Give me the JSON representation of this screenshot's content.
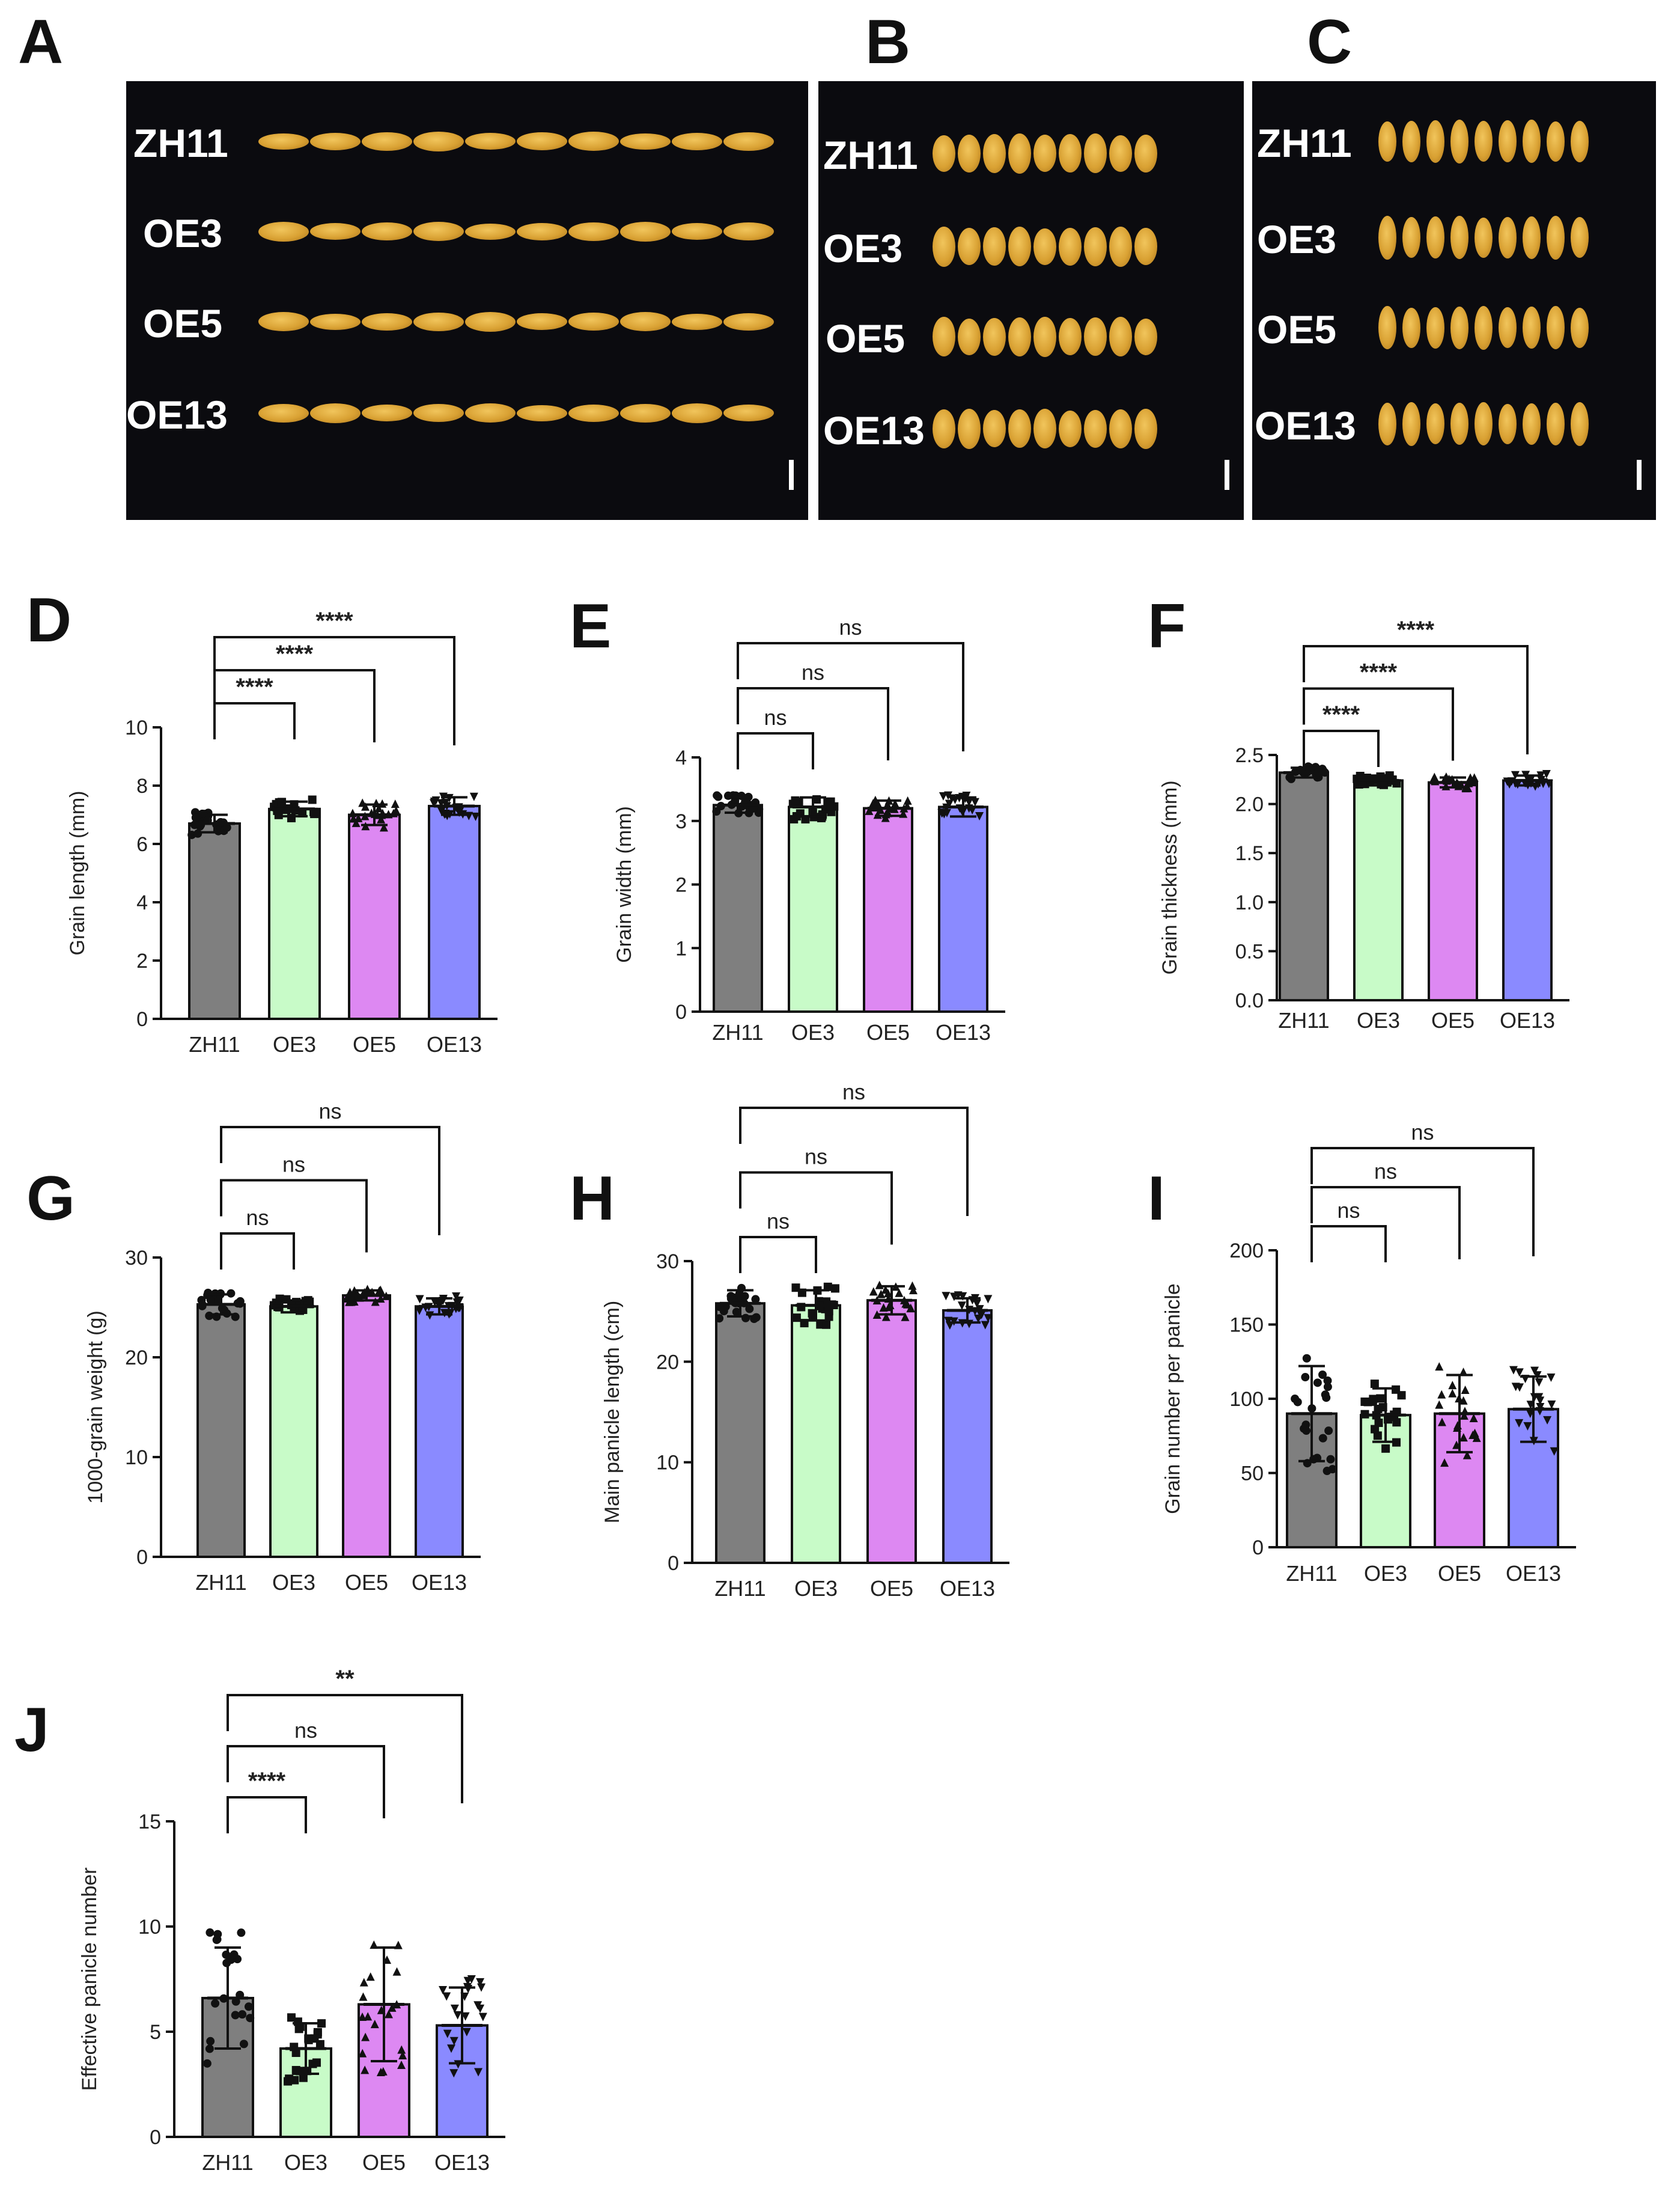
{
  "panel_labels": {
    "A": "A",
    "B": "B",
    "C": "C",
    "D": "D",
    "E": "E",
    "F": "F",
    "G": "G",
    "H": "H",
    "I": "I",
    "J": "J"
  },
  "photos": [
    {
      "key": "A",
      "lines": [
        "ZH11",
        "OE3",
        "OE5",
        "OE13"
      ],
      "orientation": "length"
    },
    {
      "key": "B",
      "lines": [
        "ZH11",
        "OE3",
        "OE5",
        "OE13"
      ],
      "orientation": "width"
    },
    {
      "key": "C",
      "lines": [
        "ZH11",
        "OE3",
        "OE5",
        "OE13"
      ],
      "orientation": "thickness"
    }
  ],
  "colors": {
    "ZH11": "#7f7f7f",
    "OE3": "#c8fbc8",
    "OE5": "#dd88f2",
    "OE13": "#8a8aff"
  },
  "chart_data": [
    {
      "panel": "D",
      "type": "bar",
      "categories": [
        "ZH11",
        "OE3",
        "OE5",
        "OE13"
      ],
      "values": [
        6.7,
        7.2,
        7.0,
        7.3
      ],
      "ylabel": "Grain length (mm)",
      "ylim": [
        0,
        10
      ],
      "yticks": [
        0,
        2,
        4,
        6,
        8,
        10
      ],
      "error": [
        0.3,
        0.25,
        0.35,
        0.3
      ],
      "significance": [
        {
          "vs": "OE3",
          "label": "****"
        },
        {
          "vs": "OE5",
          "label": "****"
        },
        {
          "vs": "OE13",
          "label": "****"
        }
      ]
    },
    {
      "panel": "E",
      "type": "bar",
      "categories": [
        "ZH11",
        "OE3",
        "OE5",
        "OE13"
      ],
      "values": [
        3.25,
        3.22,
        3.2,
        3.22
      ],
      "ylabel": "Grain width (mm)",
      "ylim": [
        0,
        4
      ],
      "yticks": [
        0,
        1,
        2,
        3,
        4
      ],
      "error": [
        0.12,
        0.15,
        0.12,
        0.15
      ],
      "significance": [
        {
          "vs": "OE3",
          "label": "ns"
        },
        {
          "vs": "OE5",
          "label": "ns"
        },
        {
          "vs": "OE13",
          "label": "ns"
        }
      ]
    },
    {
      "panel": "F",
      "type": "bar",
      "categories": [
        "ZH11",
        "OE3",
        "OE5",
        "OE13"
      ],
      "values": [
        2.32,
        2.24,
        2.22,
        2.24
      ],
      "ylabel": "Grain thickness (mm)",
      "ylim": [
        0,
        2.5
      ],
      "yticks": [
        0.0,
        0.5,
        1.0,
        1.5,
        2.0,
        2.5
      ],
      "ytick_labels": [
        "0.0",
        "0.5",
        "1.0",
        "1.5",
        "2.0",
        "2.5"
      ],
      "error": [
        0.05,
        0.05,
        0.05,
        0.05
      ],
      "significance": [
        {
          "vs": "OE3",
          "label": "****"
        },
        {
          "vs": "OE5",
          "label": "****"
        },
        {
          "vs": "OE13",
          "label": "****"
        }
      ]
    },
    {
      "panel": "G",
      "type": "bar",
      "categories": [
        "ZH11",
        "OE3",
        "OE5",
        "OE13"
      ],
      "values": [
        25.3,
        25.1,
        26.2,
        25.1
      ],
      "ylabel": "1000-grain weight (g)",
      "ylim": [
        0,
        30
      ],
      "yticks": [
        0,
        10,
        20,
        30
      ],
      "error": [
        1.0,
        0.6,
        0.5,
        0.8
      ],
      "significance": [
        {
          "vs": "OE3",
          "label": "ns"
        },
        {
          "vs": "OE5",
          "label": "ns"
        },
        {
          "vs": "OE13",
          "label": "ns"
        }
      ]
    },
    {
      "panel": "H",
      "type": "bar",
      "categories": [
        "ZH11",
        "OE3",
        "OE5",
        "OE13"
      ],
      "values": [
        25.8,
        25.6,
        26.1,
        25.1
      ],
      "ylabel": "Main panicle length (cm)",
      "ylim": [
        0,
        30
      ],
      "yticks": [
        0,
        10,
        20,
        30
      ],
      "error": [
        1.3,
        1.5,
        1.4,
        1.2
      ],
      "significance": [
        {
          "vs": "OE3",
          "label": "ns"
        },
        {
          "vs": "OE5",
          "label": "ns"
        },
        {
          "vs": "OE13",
          "label": "ns"
        }
      ]
    },
    {
      "panel": "I",
      "type": "bar",
      "categories": [
        "ZH11",
        "OE3",
        "OE5",
        "OE13"
      ],
      "values": [
        90,
        89,
        90,
        93
      ],
      "ylabel": "Grain number per panicle",
      "ylim": [
        0,
        200
      ],
      "yticks": [
        0,
        50,
        100,
        150,
        200
      ],
      "error": [
        32,
        18,
        26,
        22
      ],
      "significance": [
        {
          "vs": "OE3",
          "label": "ns"
        },
        {
          "vs": "OE5",
          "label": "ns"
        },
        {
          "vs": "OE13",
          "label": "ns"
        }
      ]
    },
    {
      "panel": "J",
      "type": "bar",
      "categories": [
        "ZH11",
        "OE3",
        "OE5",
        "OE13"
      ],
      "values": [
        6.6,
        4.2,
        6.3,
        5.3
      ],
      "ylabel": "Effective panicle number",
      "ylim": [
        0,
        15
      ],
      "yticks": [
        0,
        5,
        10,
        15
      ],
      "error": [
        2.4,
        1.2,
        2.7,
        1.8
      ],
      "significance": [
        {
          "vs": "OE3",
          "label": "****"
        },
        {
          "vs": "OE5",
          "label": "ns"
        },
        {
          "vs": "OE13",
          "label": "**"
        }
      ]
    }
  ]
}
